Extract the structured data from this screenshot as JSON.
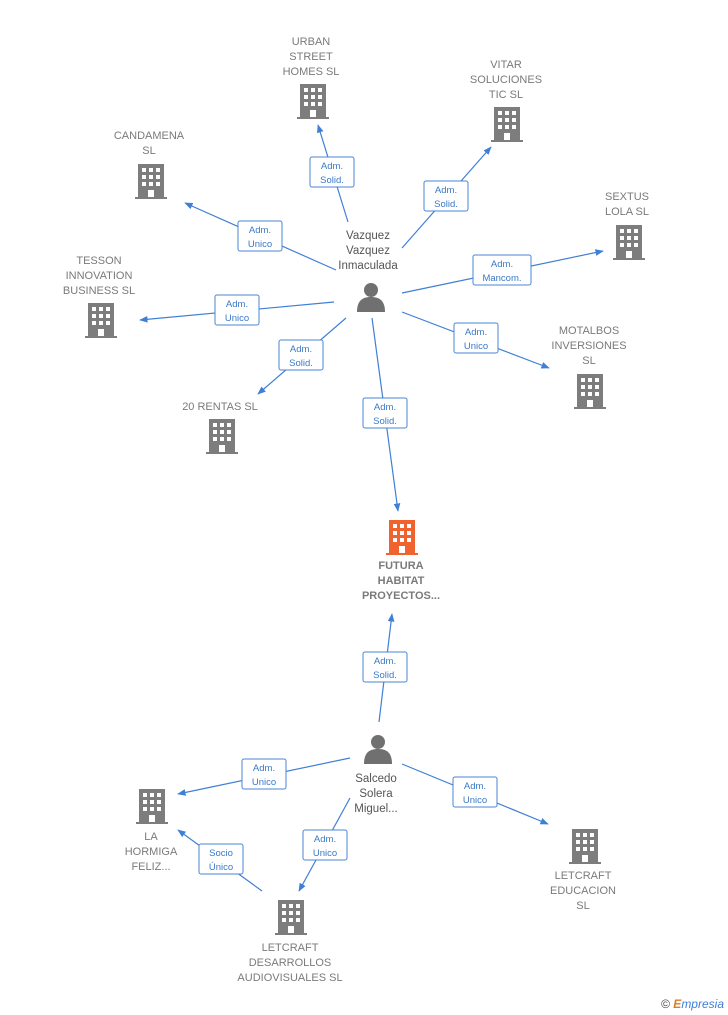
{
  "nodes": {
    "urban": {
      "type": "company",
      "lines": [
        "URBAN",
        "STREET",
        "HOMES  SL"
      ]
    },
    "vitar": {
      "type": "company",
      "lines": [
        "VITAR",
        "SOLUCIONES",
        "TIC  SL"
      ]
    },
    "candamena": {
      "type": "company",
      "lines": [
        "CANDAMENA",
        "SL"
      ]
    },
    "sextus": {
      "type": "company",
      "lines": [
        "SEXTUS",
        "LOLA  SL"
      ]
    },
    "tesson": {
      "type": "company",
      "lines": [
        "TESSON",
        "INNOVATION",
        "BUSINESS  SL"
      ]
    },
    "motalbos": {
      "type": "company",
      "lines": [
        "MOTALBOS",
        "INVERSIONES",
        "SL"
      ]
    },
    "rentas20": {
      "type": "company",
      "lines": [
        "20 RENTAS  SL"
      ]
    },
    "futura": {
      "type": "company-main",
      "lines": [
        "FUTURA",
        "HABITAT",
        "PROYECTOS..."
      ]
    },
    "vazquez": {
      "type": "person",
      "lines": [
        "Vazquez",
        "Vazquez",
        "Inmaculada"
      ]
    },
    "salcedo": {
      "type": "person",
      "lines": [
        "Salcedo",
        "Solera",
        "Miguel..."
      ]
    },
    "hormiga": {
      "type": "company",
      "lines": [
        "LA",
        "HORMIGA",
        "FELIZ..."
      ]
    },
    "letcraft_edu": {
      "type": "company",
      "lines": [
        "LETCRAFT",
        "EDUCACION",
        "SL"
      ]
    },
    "letcraft_aud": {
      "type": "company",
      "lines": [
        "LETCRAFT",
        "DESARROLLOS",
        "AUDIOVISUALES SL"
      ]
    }
  },
  "edges": [
    {
      "id": "e1",
      "from": "vazquez",
      "to": "urban",
      "label": [
        "Adm.",
        "Solid."
      ]
    },
    {
      "id": "e2",
      "from": "vazquez",
      "to": "vitar",
      "label": [
        "Adm.",
        "Solid."
      ]
    },
    {
      "id": "e3",
      "from": "vazquez",
      "to": "candamena",
      "label": [
        "Adm.",
        "Unico"
      ]
    },
    {
      "id": "e4",
      "from": "vazquez",
      "to": "sextus",
      "label": [
        "Adm.",
        "Mancom."
      ]
    },
    {
      "id": "e5",
      "from": "vazquez",
      "to": "tesson",
      "label": [
        "Adm.",
        "Unico"
      ]
    },
    {
      "id": "e6",
      "from": "vazquez",
      "to": "motalbos",
      "label": [
        "Adm.",
        "Unico"
      ]
    },
    {
      "id": "e7",
      "from": "vazquez",
      "to": "rentas20",
      "label": [
        "Adm.",
        "Solid."
      ]
    },
    {
      "id": "e8",
      "from": "vazquez",
      "to": "futura",
      "label": [
        "Adm.",
        "Solid."
      ]
    },
    {
      "id": "e9",
      "from": "salcedo",
      "to": "futura",
      "label": [
        "Adm.",
        "Solid."
      ]
    },
    {
      "id": "e10",
      "from": "salcedo",
      "to": "hormiga",
      "label": [
        "Adm.",
        "Unico"
      ]
    },
    {
      "id": "e11",
      "from": "salcedo",
      "to": "letcraft_edu",
      "label": [
        "Adm.",
        "Unico"
      ]
    },
    {
      "id": "e12",
      "from": "salcedo",
      "to": "letcraft_aud",
      "label": [
        "Adm.",
        "Unico"
      ]
    },
    {
      "id": "e13",
      "from": "letcraft_aud",
      "to": "hormiga",
      "label": [
        "Socio",
        "Único"
      ]
    }
  ],
  "colors": {
    "company": "#7d7d7d",
    "main": "#f0622e",
    "person": "#707070",
    "edge": "#3f7fd6"
  },
  "brand": {
    "copyright": "©",
    "first": "E",
    "rest": "mpresia"
  }
}
